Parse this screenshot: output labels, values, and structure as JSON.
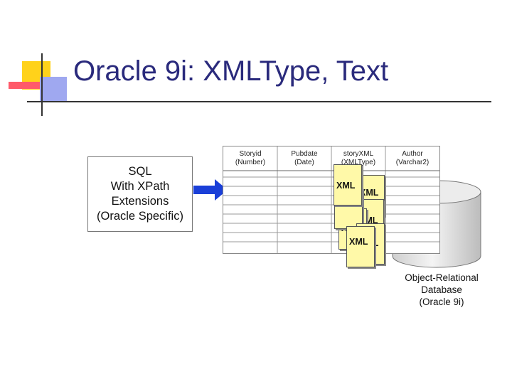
{
  "slide": {
    "title": "Oracle 9i: XMLType, Text"
  },
  "sql_box": {
    "lines": [
      "SQL",
      "With XPath",
      "Extensions",
      "(Oracle Specific)"
    ]
  },
  "table": {
    "columns": [
      {
        "name": "Storyid",
        "type": "(Number)"
      },
      {
        "name": "Pubdate",
        "type": "(Date)"
      },
      {
        "name": "storyXML",
        "type": "(XMLType)"
      },
      {
        "name": "Author",
        "type": "(Varchar2)"
      }
    ]
  },
  "xml_docs": {
    "label": "XML"
  },
  "database": {
    "label_lines": [
      "Object-Relational",
      "Database",
      "(Oracle 9i)"
    ]
  },
  "colors": {
    "title": "#2a2a7c",
    "arrow": "#1a3fd8",
    "accent_yellow": "#ffd21a",
    "accent_red": "#ff5a6a",
    "accent_blue": "#9fa8f0",
    "document_fill": "#fff9a8"
  }
}
